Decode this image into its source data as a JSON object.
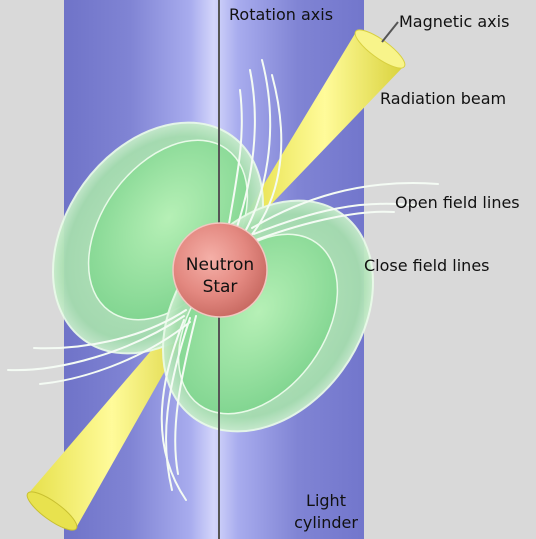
{
  "labels": {
    "rotation_axis": "Rotation axis",
    "magnetic_axis": "Magnetic axis",
    "radiation_beam": "Radiation beam",
    "open_field_lines": "Open field lines",
    "close_field_lines": "Close field lines",
    "neutron_star": [
      "Neutron",
      "Star"
    ],
    "light_cylinder": [
      "Light",
      "cylinder"
    ]
  },
  "colors": {
    "background": "#d9d9d9",
    "light_cylinder": "#7b7fd0",
    "radiation_beam": "#f4f06a",
    "field_lobe": "#a8e6a8",
    "neutron_star": "#e48a82",
    "field_lines": "#f0f8f0"
  }
}
